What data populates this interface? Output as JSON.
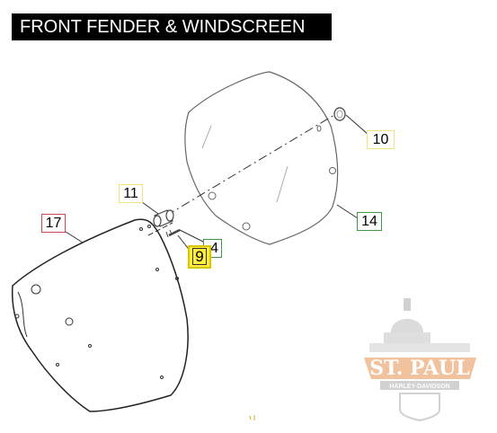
{
  "title": "FRONT FENDER & WINDSCREEN",
  "callouts": {
    "c10": "10",
    "c11": "11",
    "c14": "14",
    "c17": "17",
    "c4": "4",
    "c9": "9"
  },
  "watermark": {
    "line1": "ST. PAUL",
    "line2": "HARLEY-DAVIDSON"
  },
  "colors": {
    "title_bg": "#000000",
    "title_text": "#ffffff",
    "callout_yellow": "#f2e27a",
    "callout_green": "#3f9a3f",
    "callout_red": "#c94a4a",
    "highlight": "#ffef3a",
    "watermark_orange": "#e07a2a"
  }
}
